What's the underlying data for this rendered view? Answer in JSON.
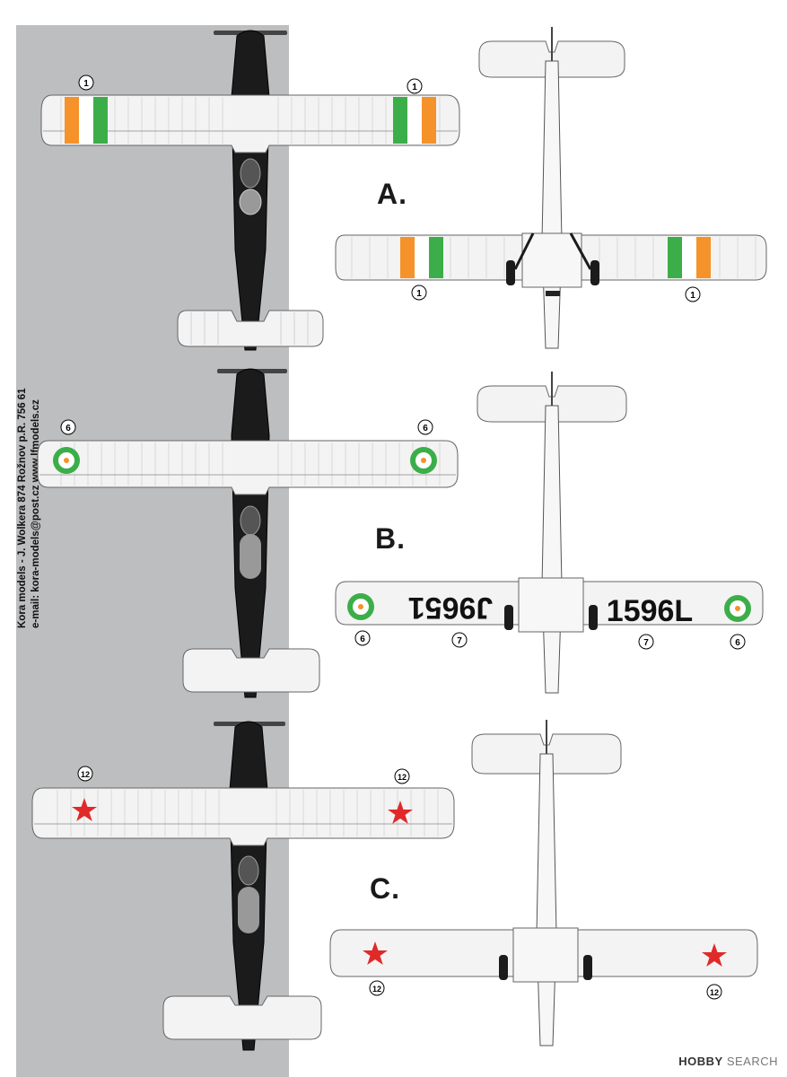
{
  "credits": {
    "line1": "Kora models - J. Wolkera 874 Rožnov p.R. 756 61",
    "line2": "e-mail: kora-models@post.cz    www.lfmodels.cz"
  },
  "schemes": [
    {
      "label": "A.",
      "marking_type": "irish-tricolour-bands",
      "decal_upper": "1",
      "decal_lower": "1"
    },
    {
      "label": "B.",
      "marking_type": "green-roundel",
      "decal_upper": "6",
      "decal_lower_roundel": "6",
      "decal_lower_serial": "7",
      "serial": "J9651",
      "serial_mirrored": "1596L"
    },
    {
      "label": "C.",
      "marking_type": "red-star",
      "decal_upper": "12",
      "decal_lower": "12"
    }
  ],
  "colors": {
    "panel": "#bdbec0",
    "orange": "#f5922a",
    "green": "#3cae49",
    "red": "#e02a2a",
    "fuselage": "#1b1b1b"
  },
  "watermark": {
    "brand": "HOBBY",
    "suffix": "SEARCH"
  }
}
